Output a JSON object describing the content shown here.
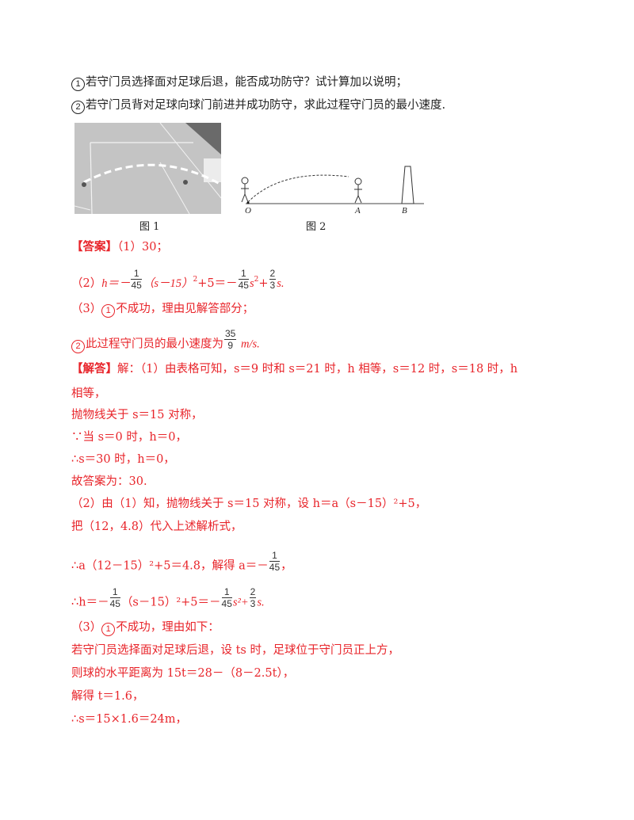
{
  "questions": {
    "q1": {
      "marker": "1",
      "text": "若守门员选择面对足球后退，能否成功防守？试计算加以说明；"
    },
    "q2": {
      "marker": "2",
      "text": "若守门员背对足球向球门前进并成功防守，求此过程守门员的最小速度."
    }
  },
  "figures": {
    "fig1_caption": "图 1",
    "fig2_caption": "图 2",
    "fig2_labels": {
      "o": "O",
      "a": "A",
      "b": "B"
    }
  },
  "answer": {
    "label": "【答案】",
    "p1": "（1）30；",
    "p2": {
      "prefix": "（2）",
      "h_eq": "h＝－",
      "frac1": {
        "n": "1",
        "d": "45"
      },
      "mid": "（s－15）",
      "sq": "2",
      "plus5": "+5＝－",
      "frac2": {
        "n": "1",
        "d": "45"
      },
      "s2": "s",
      "plus": "+",
      "frac3": {
        "n": "2",
        "d": "3"
      },
      "tail": "s."
    },
    "p3": {
      "prefix": "（3）",
      "marker": "1",
      "text": "不成功，理由见解答部分；"
    },
    "p4": {
      "marker": "2",
      "text": "此过程守门员的最小速度为",
      "frac": {
        "n": "35",
        "d": "9"
      },
      "unit": "m/s."
    }
  },
  "solution": {
    "label": "【解答】",
    "lines": [
      "解：（1）由表格可知，s＝9 时和 s＝21 时，h 相等，s＝12 时，s＝18 时，h",
      "相等，",
      "抛物线关于 s＝15 对称，",
      "∵当 s＝0 时，h＝0，",
      "∴s＝30 时，h＝0，",
      "故答案为：30.",
      "（2）由（1）知，抛物线关于 s＝15 对称，设 h＝a（s－15）²+5，",
      "把（12，4.8）代入上述解析式，"
    ],
    "a_line": {
      "text": "∴a（12－15）²+5＝4.8，解得 a＝－",
      "frac": {
        "n": "1",
        "d": "45"
      },
      "tail": "，"
    },
    "h_line": {
      "prefix": "∴h＝－",
      "frac1": {
        "n": "1",
        "d": "45"
      },
      "mid": "（s－15）²+5＝－",
      "frac2": {
        "n": "1",
        "d": "45"
      },
      "s2": "s²+",
      "frac3": {
        "n": "2",
        "d": "3"
      },
      "tail": "s."
    },
    "p3_head": {
      "prefix": "（3）",
      "marker": "1",
      "text": "不成功，理由如下："
    },
    "tail_lines": [
      "若守门员选择面对足球后退，设 ts 时，足球位于守门员正上方，",
      "则球的水平距离为 15t＝28－（8－2.5t），",
      "解得 t＝1.6，",
      "∴s＝15×1.6＝24m，"
    ]
  },
  "colors": {
    "answer_red": "#e8242a",
    "text": "#222222"
  }
}
